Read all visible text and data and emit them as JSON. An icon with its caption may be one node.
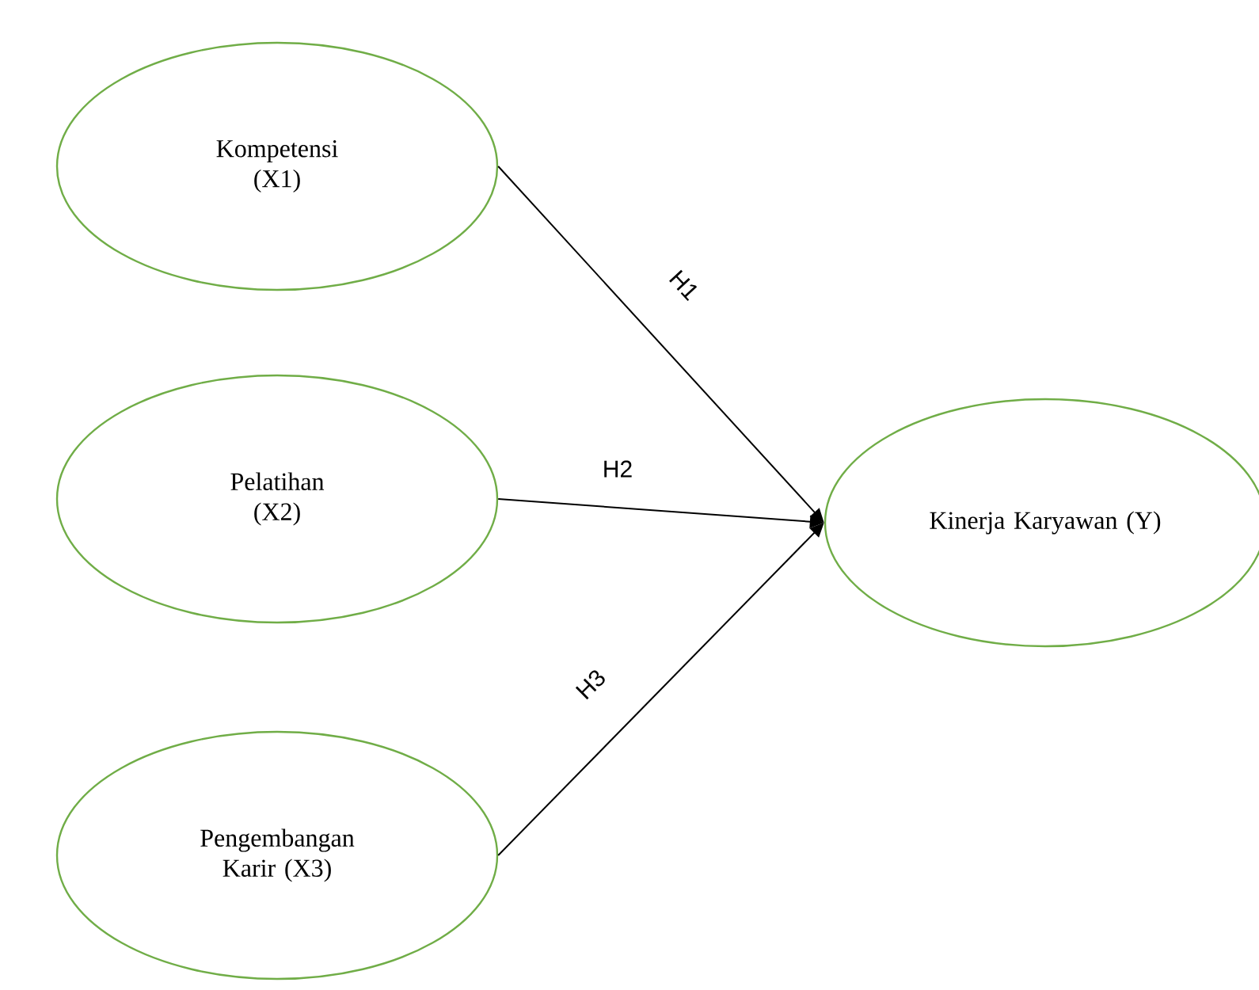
{
  "diagram": {
    "nodes": [
      {
        "text": [
          "Kompetensi (X1)"
        ]
      },
      {
        "text": [
          "Pelatihan (X2)"
        ]
      },
      {
        "text": [
          "Pengembangan Karir (X3)"
        ]
      },
      {
        "text": [
          "Kinerja Karyawan (Y)"
        ]
      }
    ],
    "edges": [
      {
        "from": 0,
        "to": 3,
        "arrow": "to",
        "label": "H1"
      },
      {
        "from": 1,
        "to": 3,
        "arrow": "to",
        "label": "H2"
      },
      {
        "from": 2,
        "to": 3,
        "arrow": "to",
        "label": "H3"
      }
    ]
  }
}
